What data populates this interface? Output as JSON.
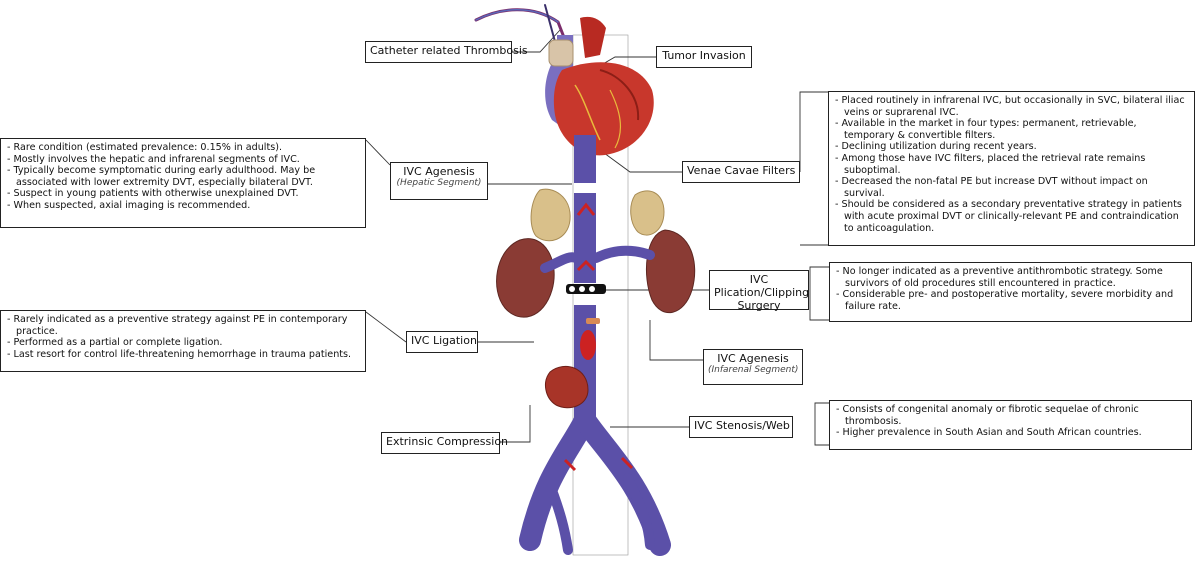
{
  "labels": {
    "catheter": "Catheter related Thrombosis",
    "tumor": "Tumor Invasion",
    "agenesis_hepatic": {
      "title": "IVC Agenesis",
      "sub": "(Hepatic Segment)"
    },
    "filters": "Venae Cavae Filters",
    "plication": "IVC Plication/Clipping Surgery",
    "ligation": "IVC Ligation",
    "agenesis_infrarenal": {
      "title": "IVC Agenesis",
      "sub": "(Infarenal Segment)"
    },
    "stenosis": "IVC Stenosis/Web",
    "extrinsic": "Extrinsic Compression"
  },
  "notes": {
    "agenesis": [
      "Rare condition (estimated prevalence: 0.15% in adults).",
      "Mostly involves the hepatic and infrarenal segments of IVC.",
      "Typically become symptomatic during early adulthood. May be associated with lower extremity DVT, especially bilateral DVT.",
      "Suspect in young patients with otherwise unexplained DVT.",
      "When suspected, axial imaging is recommended."
    ],
    "filters": [
      "Placed routinely in infrarenal IVC, but occasionally in SVC, bilateral iliac veins or suprarenal IVC.",
      "Available in the market in four types: permanent, retrievable, temporary & convertible filters.",
      "Declining utilization during recent years.",
      "Among those have IVC filters, placed the retrieval rate remains suboptimal.",
      "Decreased the non-fatal PE but increase DVT without impact on survival.",
      "Should be considered as a secondary preventative strategy in patients with acute proximal DVT or clinically-relevant PE and contraindication to anticoagulation."
    ],
    "plication": [
      "No longer indicated as a preventive antithrombotic strategy. Some survivors of old procedures still encountered in practice.",
      "Considerable pre- and postoperative mortality, severe morbidity and failure rate."
    ],
    "ligation": [
      "Rarely indicated as a preventive strategy against PE in  contemporary practice.",
      "Performed as a partial or complete ligation.",
      "Last resort for control life-threatening hemorrhage in trauma patients."
    ],
    "stenosis": [
      "Consists of congenital anomaly or fibrotic sequelae of chronic thrombosis.",
      "Higher prevalence in South Asian and South African countries."
    ]
  },
  "colors": {
    "vein": "#5b50a8",
    "vein_dark": "#3e3582",
    "heart": "#c8372c",
    "kidney": "#8a3b34",
    "adrenal": "#d9c08a",
    "thrombus": "#cc2222",
    "leader": "#333333"
  }
}
